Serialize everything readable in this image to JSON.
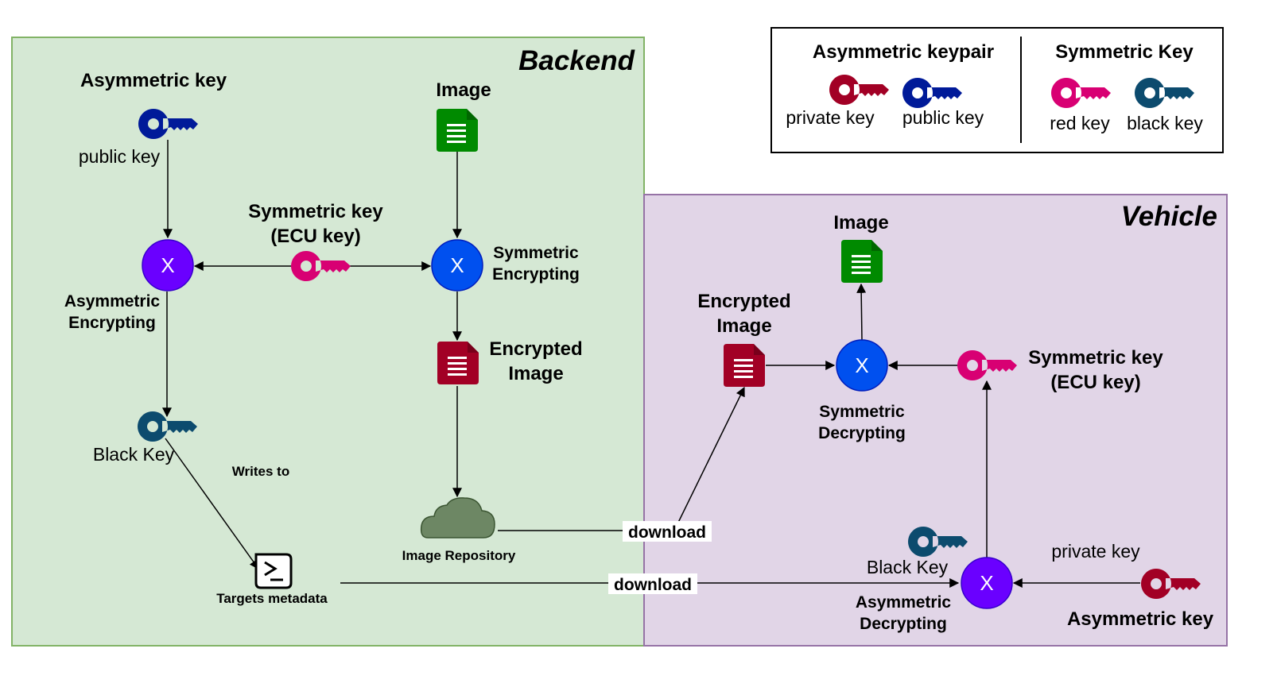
{
  "backend": {
    "title": "Backend",
    "asym_key_title": "Asymmetric key",
    "public_key_label": "public key",
    "image_title": "Image",
    "sym_key_title": [
      "Symmetric key",
      "(ECU key)"
    ],
    "asym_enc_label": [
      "Asymmetric",
      "Encrypting"
    ],
    "sym_enc_label": [
      "Symmetric",
      "Encrypting"
    ],
    "encrypted_image_label": [
      "Encrypted",
      "Image"
    ],
    "black_key_label": "Black Key",
    "writes_to_label": "Writes to",
    "image_repository_label": "Image Repository",
    "targets_metadata_label": "Targets metadata"
  },
  "vehicle": {
    "title": "Vehicle",
    "image_title": "Image",
    "encrypted_image_label": [
      "Encrypted",
      "Image"
    ],
    "sym_key_title": [
      "Symmetric key",
      "(ECU key)"
    ],
    "sym_dec_label": [
      "Symmetric",
      "Decrypting"
    ],
    "black_key_label": "Black Key",
    "private_key_label": "private key",
    "asym_dec_label": [
      "Asymmetric",
      "Decrypting"
    ],
    "asym_key_title": "Asymmetric key"
  },
  "flows": {
    "download_image": "download",
    "download_metadata": "download"
  },
  "operator_symbol": "X",
  "legend": {
    "asym_title": "Asymmetric keypair",
    "private_key": "private key",
    "public_key": "public key",
    "sym_title": "Symmetric Key",
    "red_key": "red key",
    "black_key": "black key"
  },
  "colors": {
    "backend_fill": "#d5e8d4",
    "backend_border": "#82b366",
    "vehicle_fill": "#e1d5e7",
    "vehicle_border": "#9673a6",
    "private_key": "#a20025",
    "public_key": "#001a99",
    "red_key": "#d80073",
    "black_key": "#0c4b6e",
    "image_doc": "#008a00",
    "encrypted_doc": "#a20025",
    "asym_operator": "#6a00ff",
    "sym_operator": "#0050ef",
    "cloud": "#6d8764"
  },
  "icons": {
    "key": "key-icon",
    "document": "document-icon",
    "cloud": "cloud-icon",
    "terminal": "terminal-icon"
  }
}
